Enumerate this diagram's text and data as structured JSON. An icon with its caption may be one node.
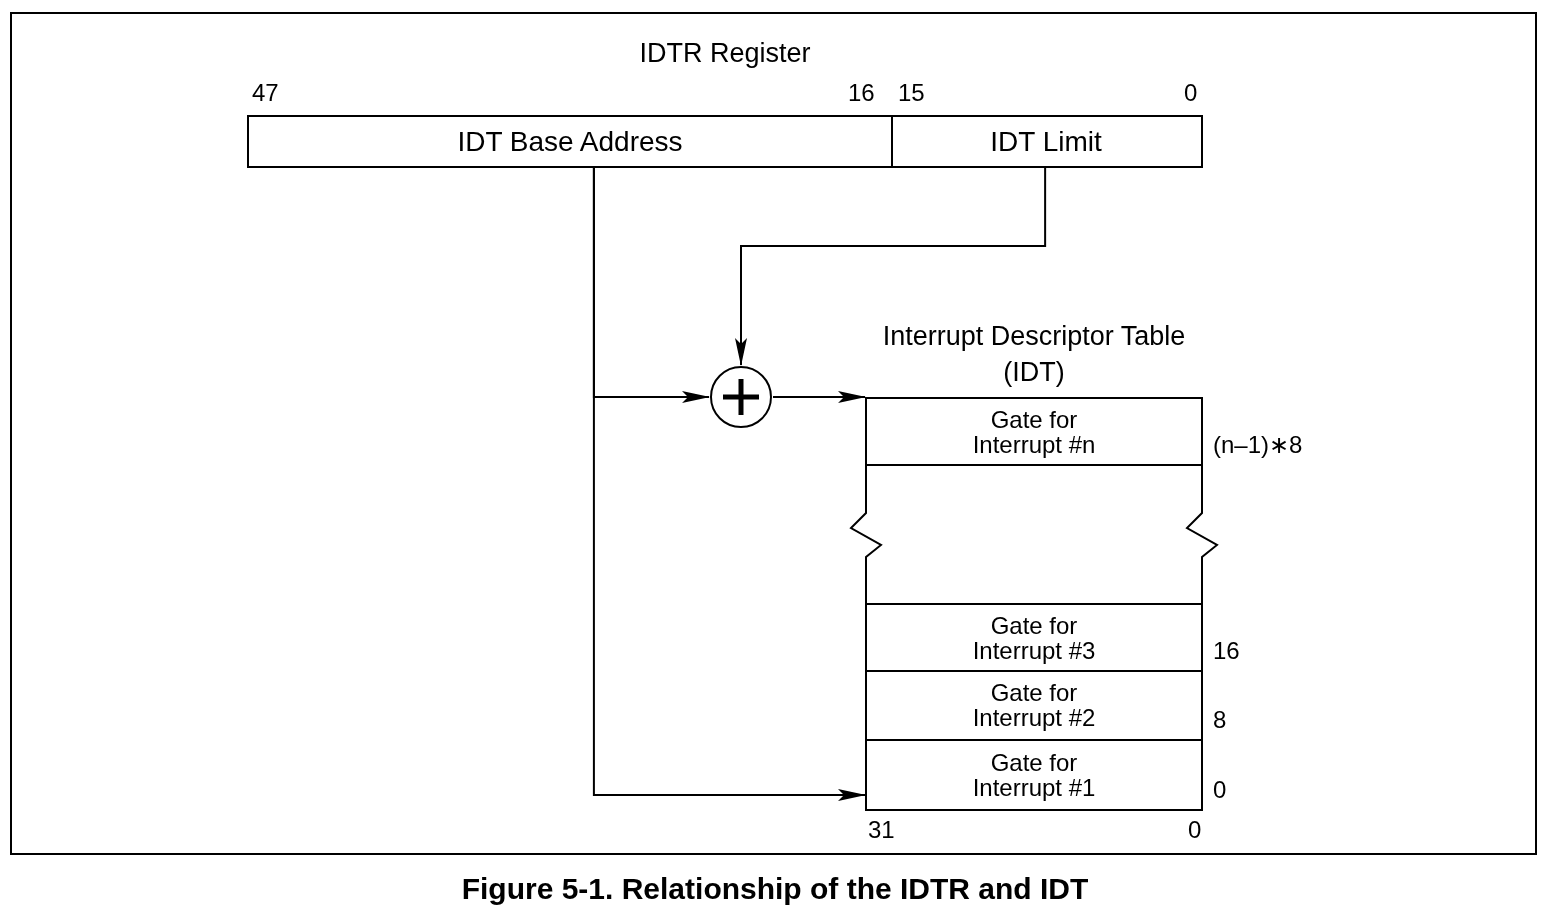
{
  "diagram": {
    "caption": "Figure 5-1. Relationship of the IDTR and IDT",
    "nodes": [
      {
        "text": [
          "IDTR Register"
        ]
      },
      {
        "text": [
          "IDT Base Address"
        ],
        "in": 0
      },
      {
        "text": [
          "IDT Limit"
        ],
        "in": 0
      },
      {
        "text": [],
        "shape": "circle"
      },
      {
        "text": [
          "Interrupt Descriptor Table (IDT)"
        ]
      },
      {
        "text": [
          "Gate for Interrupt #n"
        ],
        "in": 4,
        "beside": [
          "(n–1)∗8"
        ]
      },
      {
        "text": [
          "Gate for Interrupt #3"
        ],
        "in": 4,
        "beside": [
          "16"
        ]
      },
      {
        "text": [
          "Gate for Interrupt #2"
        ],
        "in": 4,
        "beside": [
          "8"
        ]
      },
      {
        "text": [
          "Gate for Interrupt #1"
        ],
        "in": 4,
        "beside": [
          "0"
        ]
      }
    ],
    "edges": [
      {
        "from": 1,
        "to": 3,
        "arrow": "to"
      },
      {
        "from": 2,
        "to": 3,
        "arrow": "to"
      },
      {
        "from": 3,
        "to": 5,
        "arrow": "to"
      },
      {
        "from": 1,
        "to": 8,
        "arrow": "to"
      }
    ],
    "labels": [
      "47",
      "16",
      "15",
      "0",
      "31",
      "0"
    ]
  }
}
